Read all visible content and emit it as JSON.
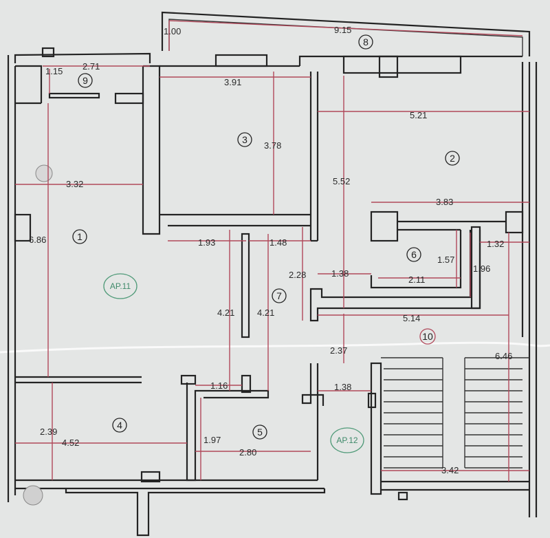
{
  "rooms": [
    {
      "id": "r1",
      "label": "1"
    },
    {
      "id": "r2",
      "label": "2"
    },
    {
      "id": "r3",
      "label": "3"
    },
    {
      "id": "r4",
      "label": "4"
    },
    {
      "id": "r5",
      "label": "5"
    },
    {
      "id": "r6",
      "label": "6"
    },
    {
      "id": "r7",
      "label": "7"
    },
    {
      "id": "r8",
      "label": "8"
    },
    {
      "id": "r9",
      "label": "9"
    },
    {
      "id": "r10",
      "label": "10"
    }
  ],
  "apartments": [
    {
      "id": "ap11",
      "label": "AP.11"
    },
    {
      "id": "ap12",
      "label": "AP.12"
    }
  ],
  "dimensions": [
    {
      "id": "d1",
      "label": "9.15"
    },
    {
      "id": "d2",
      "label": "1.00"
    },
    {
      "id": "d3",
      "label": "2.71"
    },
    {
      "id": "d4",
      "label": "1.15"
    },
    {
      "id": "d5",
      "label": "3.91"
    },
    {
      "id": "d6",
      "label": "5.21"
    },
    {
      "id": "d7",
      "label": "3.78"
    },
    {
      "id": "d8",
      "label": "5.52"
    },
    {
      "id": "d9",
      "label": "3.32"
    },
    {
      "id": "d10",
      "label": "3.83"
    },
    {
      "id": "d11",
      "label": "6.86"
    },
    {
      "id": "d12",
      "label": "1.93"
    },
    {
      "id": "d13",
      "label": "1.48"
    },
    {
      "id": "d14",
      "label": "1.32"
    },
    {
      "id": "d15",
      "label": "1.57"
    },
    {
      "id": "d16",
      "label": "2.28"
    },
    {
      "id": "d17",
      "label": "1.38"
    },
    {
      "id": "d18",
      "label": "2.11"
    },
    {
      "id": "d19",
      "label": "1.96"
    },
    {
      "id": "d20",
      "label": "4.21"
    },
    {
      "id": "d21",
      "label": "4.21"
    },
    {
      "id": "d22",
      "label": "5.14"
    },
    {
      "id": "d23",
      "label": "2.37"
    },
    {
      "id": "d24",
      "label": "6.46"
    },
    {
      "id": "d25",
      "label": "1.16"
    },
    {
      "id": "d26",
      "label": "1.38"
    },
    {
      "id": "d27",
      "label": "2.39"
    },
    {
      "id": "d28",
      "label": "4.52"
    },
    {
      "id": "d29",
      "label": "1.97"
    },
    {
      "id": "d30",
      "label": "2.80"
    },
    {
      "id": "d31",
      "label": "3.42"
    }
  ],
  "colors": {
    "paper": "#e4e6e5",
    "wall": "#232323",
    "dimension": "#b0485a",
    "apartment": "#4f9a78"
  }
}
